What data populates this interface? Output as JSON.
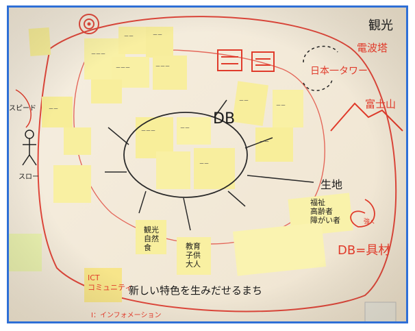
{
  "labels": {
    "kanko": "観光",
    "tower": "電波塔",
    "japan_tower": "日本一タワー",
    "fuji": "富士山",
    "db_main": "DB",
    "seichi": "生地",
    "db_eq": "DB=具材",
    "tsuyoku": "強く",
    "ict": "ICT\nコミュニティ",
    "slogan": "新しい特色を生みだせるまち",
    "info_line": "I：インフォメーション",
    "speed": "スピード",
    "slow": "スロー",
    "kanko_note": "観光\n自然\n食",
    "kyoiku_note": "教育\n子供\n大人",
    "fukushi_note": "福祉\n高齢者\n障がい者"
  }
}
